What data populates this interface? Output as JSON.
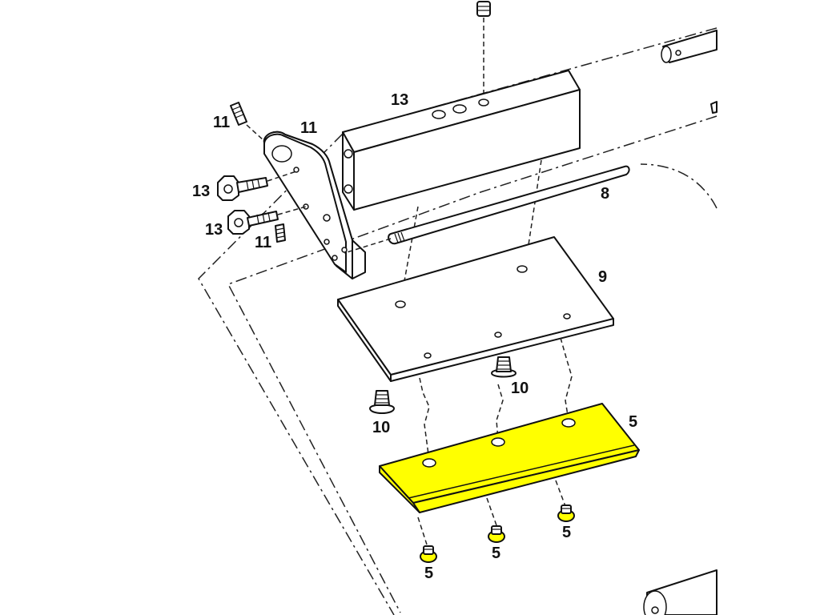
{
  "diagram": {
    "highlight_color": "#ffff00",
    "callouts": {
      "c13_top": "13",
      "c11_left": "11",
      "c11_mid": "11",
      "c13_bolt_a": "13",
      "c13_bolt_b": "13",
      "c11_low": "11",
      "c8": "8",
      "c9": "9",
      "c10_right": "10",
      "c10_left": "10",
      "c5_blade": "5",
      "c5_screw_a": "5",
      "c5_screw_b": "5",
      "c5_screw_c": "5"
    }
  }
}
